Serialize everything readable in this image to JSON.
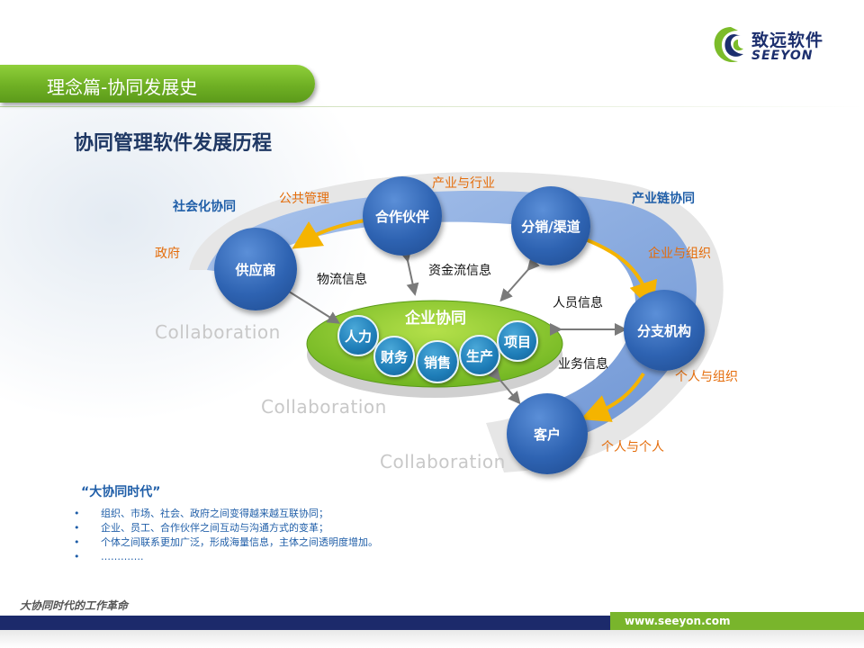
{
  "logo": {
    "cn": "致远软件",
    "en": "SEEYON"
  },
  "title_bar": {
    "text": "理念篇-协同发展史"
  },
  "heading": "协同管理软件发展历程",
  "labels": {
    "social_collab": "社会化协同",
    "chain_collab": "产业链协同",
    "gov": "政府",
    "public_mgmt": "公共管理",
    "industry": "产业与行业",
    "enterprise_org": "企业与组织",
    "person_org": "个人与组织",
    "person_person": "个人与个人",
    "logistics_info": "物流信息",
    "capital_info": "资金流信息",
    "personnel_info": "人员信息",
    "business_info": "业务信息"
  },
  "collaboration_watermarks": [
    "Collaboration",
    "Collaboration",
    "Collaboration"
  ],
  "nodes": {
    "partner": "合作伙伴",
    "distribution": "分销/渠道",
    "supplier": "供应商",
    "branch": "分支机构",
    "customer": "客户"
  },
  "enterprise": {
    "title": "企业协同",
    "modules": [
      "人力",
      "财务",
      "销售",
      "生产",
      "项目"
    ]
  },
  "quote": "“大协同时代”",
  "bullets": [
    "组织、市场、社会、政府之间变得越来越互联协同；",
    "企业、员工、合作伙伴之间互动与沟通方式的变革；",
    "个体之间联系更加广泛，形成海量信息，主体之间透明度增加。",
    "…………."
  ],
  "bullet_symbol": "•",
  "footer": {
    "tagline": "大协同时代的工作革命",
    "url": "www.seeyon.com"
  },
  "colors": {
    "green": "#6fb024",
    "navy": "#1c2a6b",
    "orange": "#e46c0a",
    "blue": "#1f5ea8",
    "arc": "#8fb0e0",
    "arrow": "#f5b400"
  }
}
